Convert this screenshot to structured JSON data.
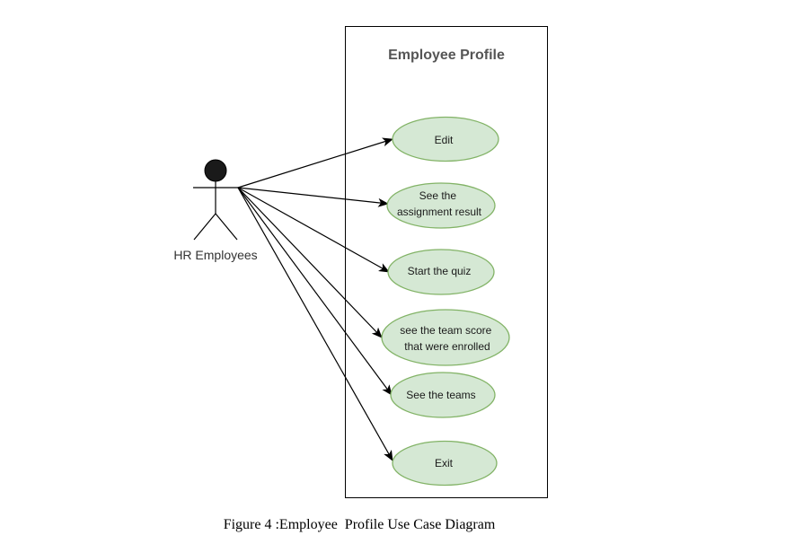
{
  "system": {
    "title": "Employee Profile"
  },
  "actor": {
    "label": "HR Employees"
  },
  "use_cases": [
    {
      "id": "edit",
      "lines": [
        "Edit"
      ]
    },
    {
      "id": "assignment",
      "lines": [
        "See the",
        "assignment result"
      ]
    },
    {
      "id": "quiz",
      "lines": [
        "Start the quiz"
      ]
    },
    {
      "id": "teamscore",
      "lines": [
        "see the team score",
        "that were enrolled"
      ]
    },
    {
      "id": "teams",
      "lines": [
        "See the teams"
      ]
    },
    {
      "id": "exit",
      "lines": [
        "Exit"
      ]
    }
  ],
  "caption": "Figure 4 :Employee  Profile Use Case Diagram",
  "colors": {
    "usecase_fill": "#d5e8d4",
    "usecase_stroke": "#82b366",
    "boundary_stroke": "#000000"
  }
}
